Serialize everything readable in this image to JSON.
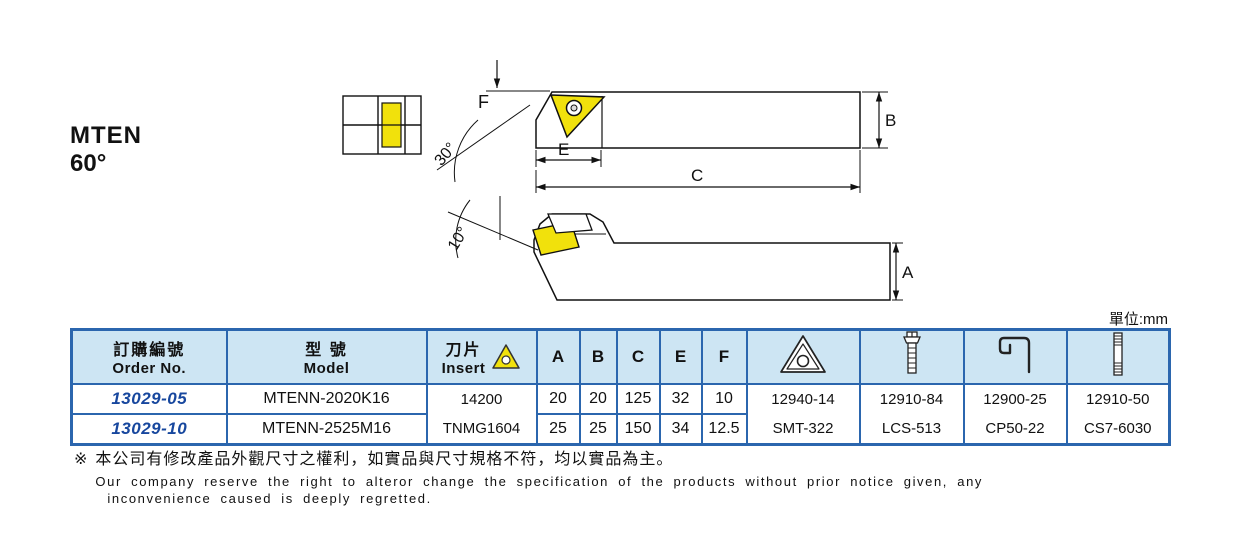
{
  "product": {
    "series": "MTEN",
    "angle": "60°"
  },
  "unit_label": "單位:mm",
  "dims": {
    "F": "F",
    "E": "E",
    "C": "C",
    "B": "B",
    "A": "A",
    "angle30": "30°",
    "angle10": "10°"
  },
  "table": {
    "headers": {
      "order_zh": "訂購編號",
      "order_en": "Order No.",
      "model_zh": "型 號",
      "model_en": "Model",
      "insert_zh": "刀片",
      "insert_en": "Insert",
      "dims": [
        "A",
        "B",
        "C",
        "E",
        "F"
      ],
      "part_icons": [
        "insert-triangle-icon",
        "clamp-screw-icon",
        "clamp-lever-icon",
        "set-screw-icon"
      ]
    },
    "insert": {
      "line1": "14200",
      "line2": "TNMG1604"
    },
    "rows": [
      {
        "order_no": "13029-05",
        "model": "MTENN-2020K16",
        "A": "20",
        "B": "20",
        "C": "125",
        "E": "32",
        "F": "10"
      },
      {
        "order_no": "13029-10",
        "model": "MTENN-2525M16",
        "A": "25",
        "B": "25",
        "C": "150",
        "E": "34",
        "F": "12.5"
      }
    ],
    "parts": [
      {
        "line1": "12940-14",
        "line2": "SMT-322"
      },
      {
        "line1": "12910-84",
        "line2": "LCS-513"
      },
      {
        "line1": "12900-25",
        "line2": "CP50-22"
      },
      {
        "line1": "12910-50",
        "line2": "CS7-6030"
      }
    ]
  },
  "footer": {
    "symbol": "※",
    "note_zh": "本公司有修改產品外觀尺寸之權利，如實品與尺寸規格不符，均以實品為主。",
    "note_en_1": "Our company reserve the right to alteror change the specification of the products without prior notice given, any",
    "note_en_2": "inconvenience caused is deeply regretted."
  },
  "colors": {
    "table_border": "#2b66ae",
    "header_bg": "#cde5f3",
    "order_text": "#17479e",
    "insert_yellow": "#f1e10c"
  }
}
